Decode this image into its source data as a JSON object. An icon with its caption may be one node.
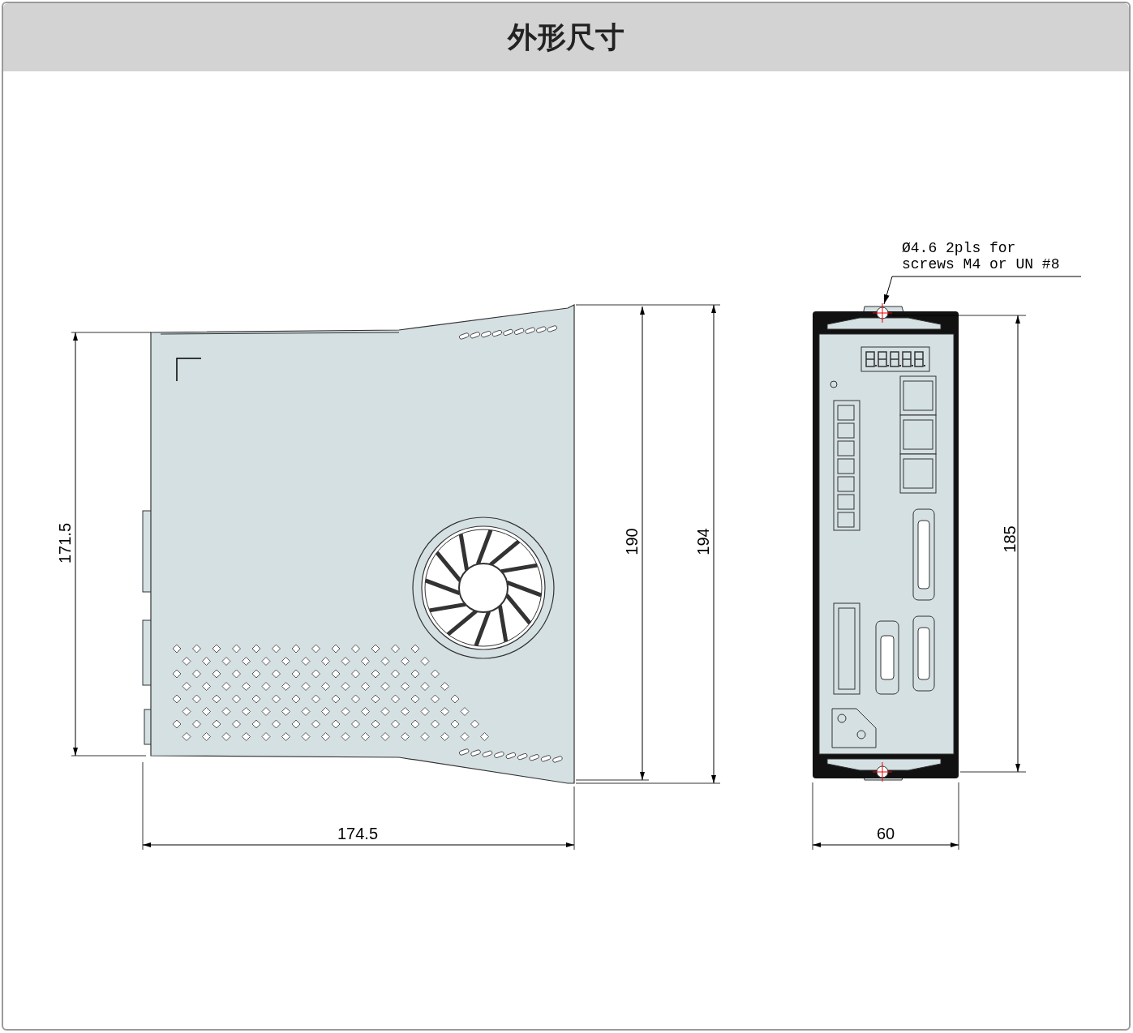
{
  "diagram": {
    "title": "外形尺寸",
    "nodes": [
      {
        "text": [
          "Ø4.6 2pls for screws M4 or UN #8"
        ]
      },
      {
        "text": [],
        "shape": "circle"
      }
    ],
    "edges": [
      {
        "from": 0,
        "to": 1,
        "arrow": "to"
      }
    ],
    "labels": [
      "171.5",
      "190",
      "194",
      "174.5",
      "185",
      "60"
    ]
  }
}
